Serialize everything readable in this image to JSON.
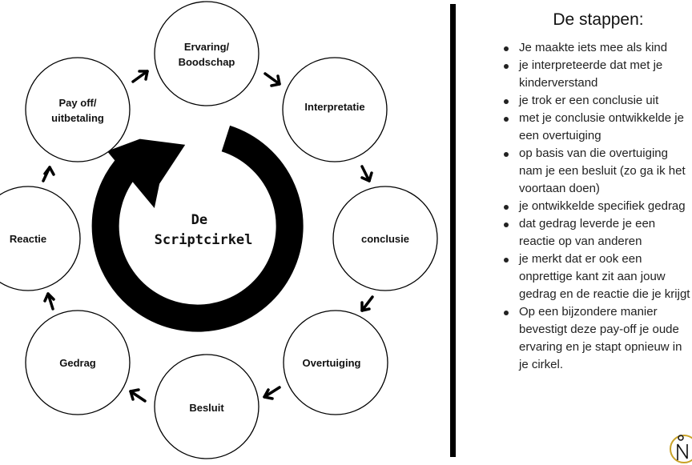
{
  "diagram": {
    "center_title_line1": "De",
    "center_title_line2": "Scriptcirkel",
    "nodes": [
      {
        "line1": "Ervaring/",
        "line2": "Boodschap"
      },
      {
        "line1": "Interpretatie",
        "line2": ""
      },
      {
        "line1": "conclusie",
        "line2": ""
      },
      {
        "line1": "Overtuiging",
        "line2": ""
      },
      {
        "line1": "Besluit",
        "line2": ""
      },
      {
        "line1": "Gedrag",
        "line2": ""
      },
      {
        "line1": "Reactie",
        "line2": ""
      },
      {
        "line1": "Pay off/",
        "line2": "uitbetaling"
      }
    ]
  },
  "steps": {
    "title": "De stappen:",
    "items": [
      "Je maakte iets mee als kind",
      "je interpreteerde dat met je kinderverstand",
      "je trok er een conclusie uit",
      "met je conclusie ontwikkelde je een overtuiging",
      "op basis van die overtuiging nam je een besluit (zo ga ik het voortaan doen)",
      "je ontwikkelde specifiek gedrag",
      "dat gedrag leverde je een reactie op van anderen",
      "je merkt dat er ook een onprettige kant zit aan jouw gedrag en de reactie die je krijgt",
      "Op een bijzondere manier bevestigt deze pay-off je oude ervaring en je stapt opnieuw in je cirkel."
    ]
  },
  "colors": {
    "ink": "#000000",
    "logo_gold": "#c9a227"
  }
}
